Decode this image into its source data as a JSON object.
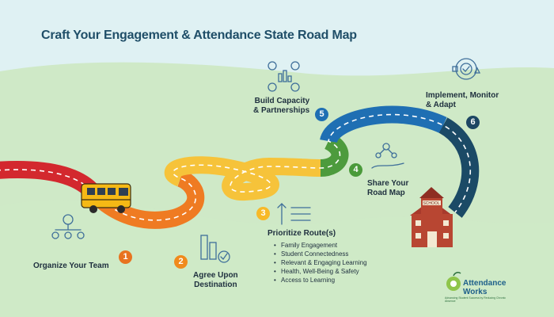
{
  "title": "Craft Your Engagement & Attendance State Road Map",
  "steps": [
    {
      "number": "1",
      "label_lines": [
        "Organize Your Team"
      ],
      "badge_color": "#e8731f"
    },
    {
      "number": "2",
      "label_lines": [
        "Agree Upon",
        "Destination"
      ],
      "badge_color": "#f08a1c"
    },
    {
      "number": "3",
      "label_lines": [
        "Prioritize Route(s)"
      ],
      "badge_color": "#f7b928",
      "sub_items": [
        "Family Engagement",
        "Student Connectedness",
        "Relevant & Engaging Learning",
        "Health, Well-Being & Safety",
        "Access to Learning"
      ]
    },
    {
      "number": "4",
      "label_lines": [
        "Share Your",
        "Road Map"
      ],
      "badge_color": "#4a9a3a"
    },
    {
      "number": "5",
      "label_lines": [
        "Build Capacity",
        "& Partnerships"
      ],
      "badge_color": "#1f6fb3"
    },
    {
      "number": "6",
      "label_lines": [
        "Implement, Monitor",
        "& Adapt"
      ],
      "badge_color": "#1d4663"
    }
  ],
  "building_sign": "SCHOOL",
  "brand": {
    "line1": "Attendance",
    "line2": "Works",
    "tagline": "Advancing Student Success by Reducing Chronic Absence"
  },
  "colors": {
    "sky": "#dff1f3",
    "hill": "#cfe9c7",
    "road_red": "#d3282e",
    "road_orange": "#ef7b22",
    "road_yellow": "#f6c33a",
    "road_green": "#4d9b3d",
    "road_blue": "#1f6fb3",
    "road_navy": "#1b4a66",
    "icon_blue": "#3f6f9a"
  }
}
